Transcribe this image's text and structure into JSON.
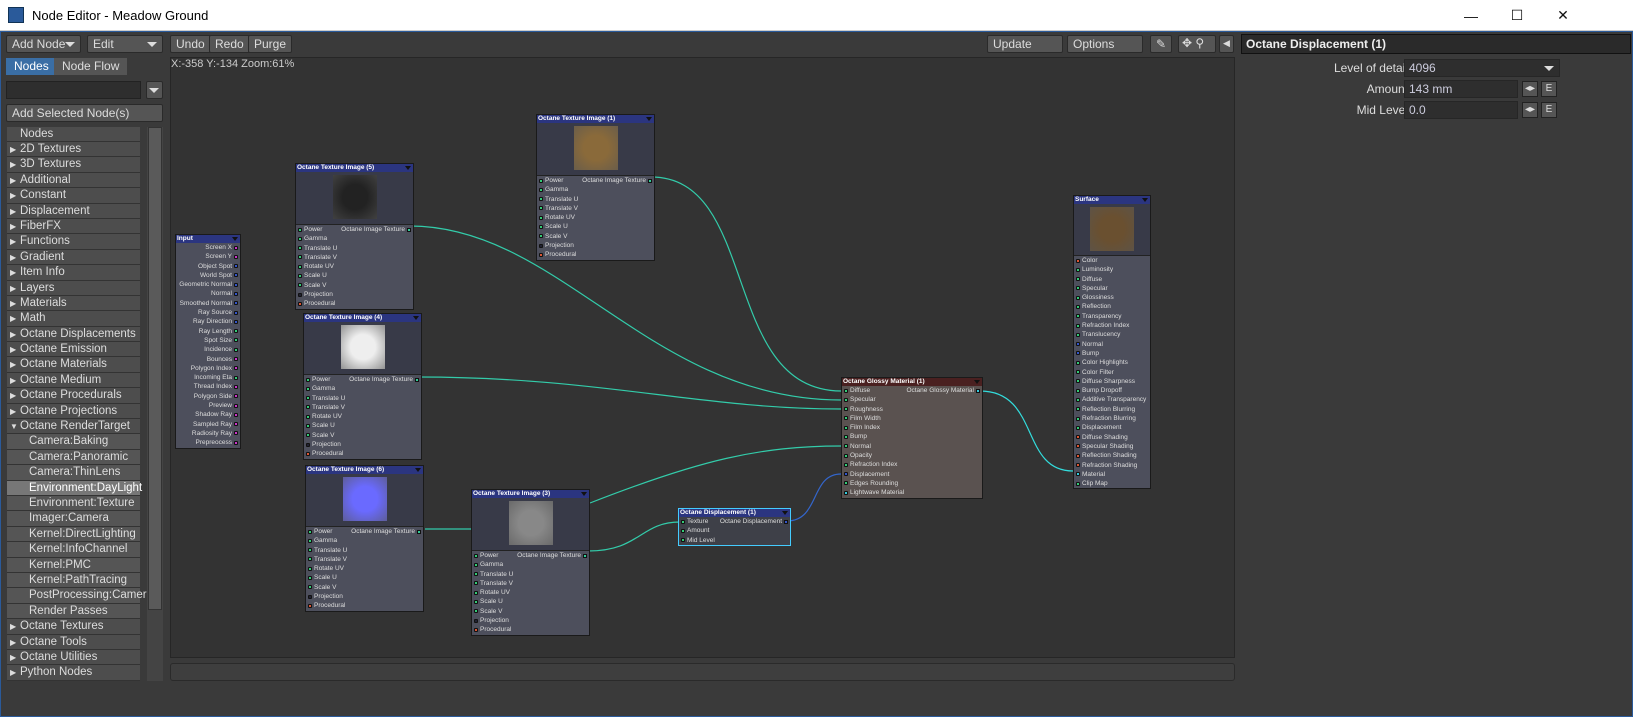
{
  "window": {
    "title": "Node Editor - Meadow Ground",
    "minimize": "—",
    "maximize": "☐",
    "close": "✕"
  },
  "toolbar": {
    "add_node": "Add Node",
    "edit": "Edit",
    "undo": "Undo",
    "redo": "Redo",
    "purge": "Purge",
    "update": "Update",
    "options": "Options"
  },
  "tabs": {
    "nodes": "Nodes",
    "node_flow": "Node Flow"
  },
  "search": {
    "value": ""
  },
  "add_selected": "Add Selected Node(s)",
  "status": "X:-358 Y:-134 Zoom:61%",
  "sidebar": {
    "header": "Nodes",
    "items": [
      {
        "label": "2D Textures",
        "type": "cat"
      },
      {
        "label": "3D Textures",
        "type": "cat"
      },
      {
        "label": "Additional",
        "type": "cat"
      },
      {
        "label": "Constant",
        "type": "cat"
      },
      {
        "label": "Displacement",
        "type": "cat"
      },
      {
        "label": "FiberFX",
        "type": "cat"
      },
      {
        "label": "Functions",
        "type": "cat"
      },
      {
        "label": "Gradient",
        "type": "cat"
      },
      {
        "label": "Item Info",
        "type": "cat"
      },
      {
        "label": "Layers",
        "type": "cat"
      },
      {
        "label": "Materials",
        "type": "cat"
      },
      {
        "label": "Math",
        "type": "cat"
      },
      {
        "label": "Octane Displacements",
        "type": "cat"
      },
      {
        "label": "Octane Emission",
        "type": "cat"
      },
      {
        "label": "Octane Materials",
        "type": "cat"
      },
      {
        "label": "Octane Medium",
        "type": "cat"
      },
      {
        "label": "Octane Procedurals",
        "type": "cat"
      },
      {
        "label": "Octane Projections",
        "type": "cat"
      },
      {
        "label": "Octane RenderTarget",
        "type": "open"
      },
      {
        "label": "Camera:Baking",
        "type": "sub"
      },
      {
        "label": "Camera:Panoramic",
        "type": "sub"
      },
      {
        "label": "Camera:ThinLens",
        "type": "sub"
      },
      {
        "label": "Environment:DayLight",
        "type": "sel"
      },
      {
        "label": "Environment:Texture",
        "type": "sub"
      },
      {
        "label": "Imager:Camera",
        "type": "sub"
      },
      {
        "label": "Kernel:DirectLighting",
        "type": "sub"
      },
      {
        "label": "Kernel:InfoChannel",
        "type": "sub"
      },
      {
        "label": "Kernel:PMC",
        "type": "sub"
      },
      {
        "label": "Kernel:PathTracing",
        "type": "sub"
      },
      {
        "label": "PostProcessing:Camera",
        "type": "sub"
      },
      {
        "label": "Render Passes",
        "type": "sub"
      },
      {
        "label": "Octane Textures",
        "type": "cat"
      },
      {
        "label": "Octane Tools",
        "type": "cat"
      },
      {
        "label": "Octane Utilities",
        "type": "cat"
      },
      {
        "label": "Python Nodes",
        "type": "cat"
      }
    ]
  },
  "tex_ports": [
    {
      "label": "Power",
      "c": "g"
    },
    {
      "label": "Gamma",
      "c": "g"
    },
    {
      "label": "Translate U",
      "c": "g"
    },
    {
      "label": "Translate V",
      "c": "g"
    },
    {
      "label": "Rotate UV",
      "c": "g"
    },
    {
      "label": "Scale U",
      "c": "g"
    },
    {
      "label": "Scale V",
      "c": "g"
    },
    {
      "label": "Projection",
      "c": "k"
    },
    {
      "label": "Procedural",
      "c": "r"
    }
  ],
  "nodes": {
    "input": {
      "title": "Input",
      "ports": [
        {
          "label": "Screen X",
          "c": "m"
        },
        {
          "label": "Screen Y",
          "c": "m"
        },
        {
          "label": "Object Spot",
          "c": "b"
        },
        {
          "label": "World Spot",
          "c": "b"
        },
        {
          "label": "Geometric Normal",
          "c": "b"
        },
        {
          "label": "Normal",
          "c": "b"
        },
        {
          "label": "Smoothed Normal",
          "c": "b"
        },
        {
          "label": "Ray Source",
          "c": "b"
        },
        {
          "label": "Ray Direction",
          "c": "b"
        },
        {
          "label": "Ray Length",
          "c": "g"
        },
        {
          "label": "Spot Size",
          "c": "g"
        },
        {
          "label": "Incidence",
          "c": "g"
        },
        {
          "label": "Bounces",
          "c": "m"
        },
        {
          "label": "Polygon Index",
          "c": "m"
        },
        {
          "label": "Incoming Eta",
          "c": "g"
        },
        {
          "label": "Thread Index",
          "c": "m"
        },
        {
          "label": "Polygon Side",
          "c": "m"
        },
        {
          "label": "Preview",
          "c": "m"
        },
        {
          "label": "Shadow Ray",
          "c": "m"
        },
        {
          "label": "Sampled Ray",
          "c": "m"
        },
        {
          "label": "Radiosity Ray",
          "c": "m"
        },
        {
          "label": "Prepreocess",
          "c": "m"
        }
      ]
    },
    "tex5": {
      "title": "Octane Texture Image (5)",
      "output": "Octane Image Texture"
    },
    "tex1": {
      "title": "Octane Texture Image (1)",
      "output": "Octane Image Texture"
    },
    "tex4": {
      "title": "Octane Texture Image (4)",
      "output": "Octane Image Texture"
    },
    "tex6": {
      "title": "Octane Texture Image (6)",
      "output": "Octane Image Texture"
    },
    "tex3": {
      "title": "Octane Texture Image (3)",
      "output": "Octane Image Texture"
    },
    "disp": {
      "title": "Octane Displacement (1)",
      "output": "Octane Displacement",
      "ports": [
        {
          "label": "Texture",
          "c": "g"
        },
        {
          "label": "Amount",
          "c": "g"
        },
        {
          "label": "Mid Level",
          "c": "g"
        }
      ]
    },
    "glossy": {
      "title": "Octane Glossy Material (1)",
      "output": "Octane Glossy Material",
      "ports": [
        {
          "label": "Diffuse",
          "c": "g"
        },
        {
          "label": "Specular",
          "c": "g"
        },
        {
          "label": "Roughness",
          "c": "g"
        },
        {
          "label": "Film Width",
          "c": "g"
        },
        {
          "label": "Film Index",
          "c": "g"
        },
        {
          "label": "Bump",
          "c": "g"
        },
        {
          "label": "Normal",
          "c": "g"
        },
        {
          "label": "Opacity",
          "c": "g"
        },
        {
          "label": "Refraction Index",
          "c": "g"
        },
        {
          "label": "Displacement",
          "c": "b"
        },
        {
          "label": "Edges Rounding",
          "c": "g"
        },
        {
          "label": "Lightwave Material",
          "c": "c"
        }
      ]
    },
    "surface": {
      "title": "Surface",
      "ports": [
        {
          "label": "Color",
          "c": "r"
        },
        {
          "label": "Luminosity",
          "c": "g"
        },
        {
          "label": "Diffuse",
          "c": "g"
        },
        {
          "label": "Specular",
          "c": "g"
        },
        {
          "label": "Glossiness",
          "c": "g"
        },
        {
          "label": "Reflection",
          "c": "g"
        },
        {
          "label": "Transparency",
          "c": "g"
        },
        {
          "label": "Refraction Index",
          "c": "g"
        },
        {
          "label": "Translucency",
          "c": "g"
        },
        {
          "label": "Normal",
          "c": "b"
        },
        {
          "label": "Bump",
          "c": "b"
        },
        {
          "label": "Color Highlights",
          "c": "g"
        },
        {
          "label": "Color Filter",
          "c": "g"
        },
        {
          "label": "Diffuse Sharpness",
          "c": "g"
        },
        {
          "label": "Bump Dropoff",
          "c": "g"
        },
        {
          "label": "Additive Transparency",
          "c": "g"
        },
        {
          "label": "Reflection Blurring",
          "c": "g"
        },
        {
          "label": "Refraction Blurring",
          "c": "g"
        },
        {
          "label": "Displacement",
          "c": "g"
        },
        {
          "label": "Diffuse Shading",
          "c": "r"
        },
        {
          "label": "Specular Shading",
          "c": "r"
        },
        {
          "label": "Reflection Shading",
          "c": "r"
        },
        {
          "label": "Refraction Shading",
          "c": "r"
        },
        {
          "label": "Material",
          "c": "c"
        },
        {
          "label": "Clip Map",
          "c": "g"
        }
      ]
    }
  },
  "panel": {
    "title": "Octane Displacement (1)",
    "level_label": "Level of detail",
    "level_value": "4096",
    "amount_label": "Amount",
    "amount_value": "143 mm",
    "mid_label": "Mid Level",
    "mid_value": "0.0",
    "envelope": "E"
  },
  "colors": {
    "g": "#33cc77",
    "b": "#3355cc",
    "m": "#cc33cc",
    "r": "#dd5533",
    "k": "#222233",
    "c": "#33ccdd",
    "wire": "#33ccaa"
  }
}
